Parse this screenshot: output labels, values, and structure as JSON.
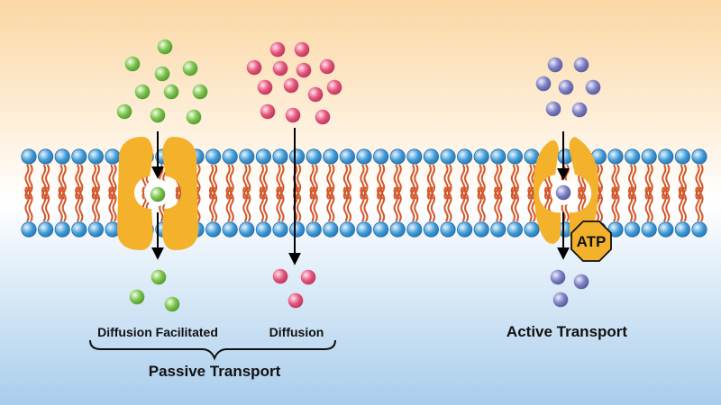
{
  "labels": {
    "facilitated": "Diffusion Facilitated",
    "diffusion": "Diffusion",
    "passive": "Passive Transport",
    "active": "Active Transport",
    "atp": "ATP"
  },
  "colors": {
    "background_top": "#fbd7a3",
    "background_mid": "#ffffff",
    "background_bottom": "#a9cdec",
    "membrane_head": "#3f9bd8",
    "lipid_tail": "#d2572a",
    "channel_protein": "#f3b12c",
    "molecule_green": "#7cc24e",
    "molecule_pink": "#e6567e",
    "molecule_purple": "#7d80c4",
    "atp_badge": "#f3b12c"
  }
}
